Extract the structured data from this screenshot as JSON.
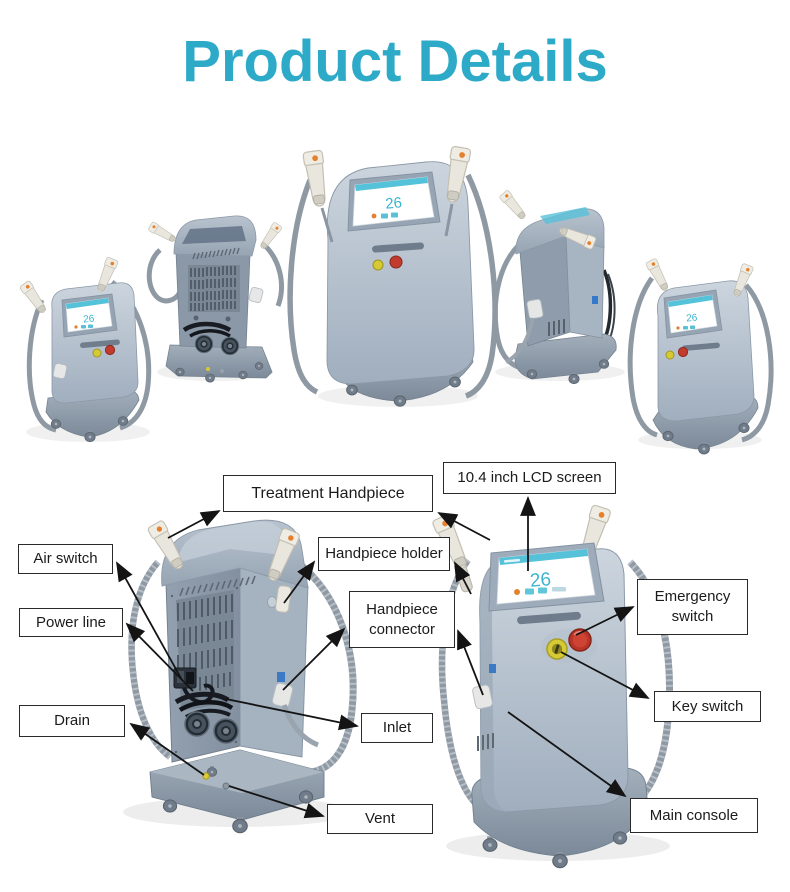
{
  "page": {
    "title": "Product Details"
  },
  "colors": {
    "accent_teal": "#2daac7",
    "screen_teal": "#3cb5d0",
    "emergency_red": "#b93528",
    "key_yellow": "#d7cb35"
  },
  "machine_screen": {
    "value": "26"
  },
  "callouts": {
    "treatment_handpiece": {
      "label": "Treatment Handpiece"
    },
    "lcd_screen": {
      "label": "10.4 inch LCD screen"
    },
    "air_switch": {
      "label": "Air switch"
    },
    "handpiece_holder": {
      "label": "Handpiece holder"
    },
    "handpiece_connector": {
      "label": "Handpiece connector"
    },
    "emergency_switch": {
      "label": "Emergency switch"
    },
    "power_line": {
      "label": "Power line"
    },
    "key_switch": {
      "label": "Key switch"
    },
    "drain": {
      "label": "Drain"
    },
    "inlet": {
      "label": "Inlet"
    },
    "vent": {
      "label": "Vent"
    },
    "main_console": {
      "label": "Main console"
    }
  }
}
